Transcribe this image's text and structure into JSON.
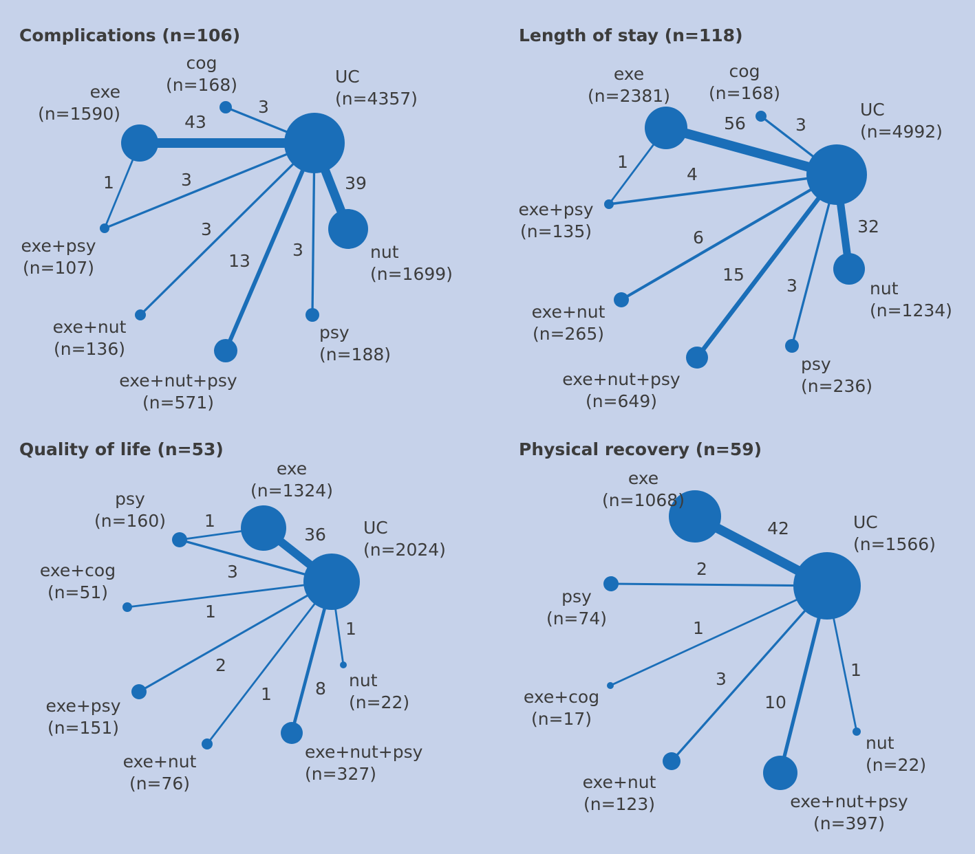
{
  "colors": {
    "background": "#c6d2ea",
    "network": "#1a6eb8",
    "text": "#3c3c3c"
  },
  "panels": [
    {
      "id": "complications",
      "title": "Complications (n=106)",
      "nodes": [
        {
          "id": "UC",
          "name": "UC",
          "n": "(n=4357)"
        },
        {
          "id": "exe",
          "name": "exe",
          "n": "(n=1590)"
        },
        {
          "id": "cog",
          "name": "cog",
          "n": "(n=168)"
        },
        {
          "id": "nut",
          "name": "nut",
          "n": "(n=1699)"
        },
        {
          "id": "exepsy",
          "name": "exe+psy",
          "n": "(n=107)"
        },
        {
          "id": "exenut",
          "name": "exe+nut",
          "n": "(n=136)"
        },
        {
          "id": "exenutpsy",
          "name": "exe+nut+psy",
          "n": "(n=571)"
        },
        {
          "id": "psy",
          "name": "psy",
          "n": "(n=188)"
        }
      ],
      "edges": [
        {
          "from": "UC",
          "to": "exe",
          "studies": 43
        },
        {
          "from": "UC",
          "to": "cog",
          "studies": 3
        },
        {
          "from": "UC",
          "to": "nut",
          "studies": 39
        },
        {
          "from": "UC",
          "to": "exepsy",
          "studies": 3
        },
        {
          "from": "exe",
          "to": "exepsy",
          "studies": 1
        },
        {
          "from": "UC",
          "to": "exenut",
          "studies": 3
        },
        {
          "from": "UC",
          "to": "exenutpsy",
          "studies": 13
        },
        {
          "from": "UC",
          "to": "psy",
          "studies": 3
        }
      ]
    },
    {
      "id": "length-of-stay",
      "title": "Length of stay (n=118)",
      "nodes": [
        {
          "id": "UC",
          "name": "UC",
          "n": "(n=4992)"
        },
        {
          "id": "exe",
          "name": "exe",
          "n": "(n=2381)"
        },
        {
          "id": "cog",
          "name": "cog",
          "n": "(n=168)"
        },
        {
          "id": "exepsy",
          "name": "exe+psy",
          "n": "(n=135)"
        },
        {
          "id": "nut",
          "name": "nut",
          "n": "(n=1234)"
        },
        {
          "id": "exenut",
          "name": "exe+nut",
          "n": "(n=265)"
        },
        {
          "id": "exenutpsy",
          "name": "exe+nut+psy",
          "n": "(n=649)"
        },
        {
          "id": "psy",
          "name": "psy",
          "n": "(n=236)"
        }
      ],
      "edges": [
        {
          "from": "UC",
          "to": "exe",
          "studies": 56
        },
        {
          "from": "UC",
          "to": "cog",
          "studies": 3
        },
        {
          "from": "exe",
          "to": "exepsy",
          "studies": 1
        },
        {
          "from": "UC",
          "to": "exepsy",
          "studies": 4
        },
        {
          "from": "UC",
          "to": "nut",
          "studies": 32
        },
        {
          "from": "UC",
          "to": "exenut",
          "studies": 6
        },
        {
          "from": "UC",
          "to": "exenutpsy",
          "studies": 15
        },
        {
          "from": "UC",
          "to": "psy",
          "studies": 3
        }
      ]
    },
    {
      "id": "quality-of-life",
      "title": "Quality of life (n=53)",
      "nodes": [
        {
          "id": "UC",
          "name": "UC",
          "n": "(n=2024)"
        },
        {
          "id": "exe",
          "name": "exe",
          "n": "(n=1324)"
        },
        {
          "id": "psy",
          "name": "psy",
          "n": "(n=160)"
        },
        {
          "id": "execog",
          "name": "exe+cog",
          "n": "(n=51)"
        },
        {
          "id": "exepsy",
          "name": "exe+psy",
          "n": "(n=151)"
        },
        {
          "id": "exenut",
          "name": "exe+nut",
          "n": "(n=76)"
        },
        {
          "id": "exenutpsy",
          "name": "exe+nut+psy",
          "n": "(n=327)"
        },
        {
          "id": "nut",
          "name": "nut",
          "n": "(n=22)"
        }
      ],
      "edges": [
        {
          "from": "UC",
          "to": "exe",
          "studies": 36
        },
        {
          "from": "exe",
          "to": "psy",
          "studies": 1
        },
        {
          "from": "UC",
          "to": "psy",
          "studies": 3
        },
        {
          "from": "UC",
          "to": "execog",
          "studies": 1
        },
        {
          "from": "UC",
          "to": "exepsy",
          "studies": 2
        },
        {
          "from": "UC",
          "to": "exenut",
          "studies": 1
        },
        {
          "from": "UC",
          "to": "exenutpsy",
          "studies": 8
        },
        {
          "from": "UC",
          "to": "nut",
          "studies": 1
        }
      ]
    },
    {
      "id": "physical-recovery",
      "title": "Physical recovery (n=59)",
      "nodes": [
        {
          "id": "UC",
          "name": "UC",
          "n": "(n=1566)"
        },
        {
          "id": "exe",
          "name": "exe",
          "n": "(n=1068)"
        },
        {
          "id": "psy",
          "name": "psy",
          "n": "(n=74)"
        },
        {
          "id": "execog",
          "name": "exe+cog",
          "n": "(n=17)"
        },
        {
          "id": "exenut",
          "name": "exe+nut",
          "n": "(n=123)"
        },
        {
          "id": "exenutpsy",
          "name": "exe+nut+psy",
          "n": "(n=397)"
        },
        {
          "id": "nut",
          "name": "nut",
          "n": "(n=22)"
        }
      ],
      "edges": [
        {
          "from": "UC",
          "to": "exe",
          "studies": 42
        },
        {
          "from": "UC",
          "to": "psy",
          "studies": 2
        },
        {
          "from": "UC",
          "to": "execog",
          "studies": 1
        },
        {
          "from": "UC",
          "to": "exenut",
          "studies": 3
        },
        {
          "from": "UC",
          "to": "exenutpsy",
          "studies": 10
        },
        {
          "from": "UC",
          "to": "nut",
          "studies": 1
        }
      ]
    }
  ]
}
